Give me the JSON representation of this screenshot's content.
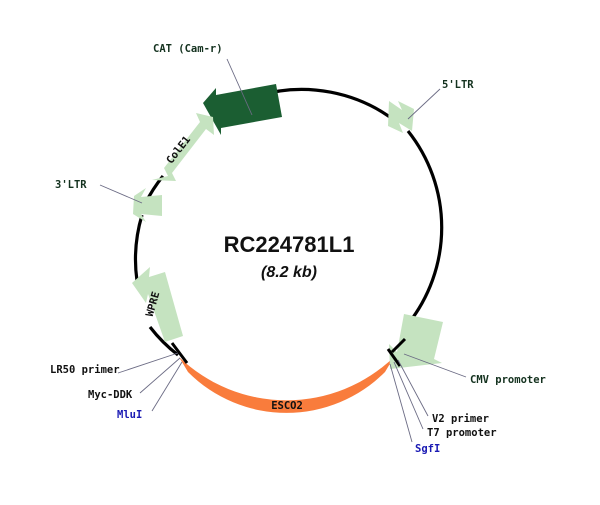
{
  "plasmid": {
    "name": "RC224781L1",
    "size": "(8.2 kb)",
    "colors": {
      "backbone": "#000000",
      "gene_orange": "#F97C3C",
      "feature_dark_green": "#1B5E32",
      "feature_light_green": "#C5E3C0",
      "restriction_site_text": "#1A1AB4",
      "label_text": "#14321F",
      "leader_line": "#6B6B84"
    }
  },
  "features": [
    {
      "id": "cat-cam-r",
      "label": "CAT (Cam-r)",
      "color": "#1B5E32",
      "kind": "gene"
    },
    {
      "id": "colE1",
      "label": "ColE1",
      "color": "#C5E3C0",
      "kind": "origin"
    },
    {
      "id": "five-prime-ltr",
      "label": "5'LTR",
      "color": "#C5E3C0",
      "kind": "ltr"
    },
    {
      "id": "three-prime-ltr",
      "label": "3'LTR",
      "color": "#C5E3C0",
      "kind": "ltr"
    },
    {
      "id": "wpre",
      "label": "WPRE",
      "color": "#C5E3C0",
      "kind": "element"
    },
    {
      "id": "cmv-promoter",
      "label": "CMV promoter",
      "color": "#C5E3C0",
      "kind": "promoter"
    },
    {
      "id": "esco2",
      "label": "ESCO2",
      "color": "#F97C3C",
      "kind": "gene"
    }
  ],
  "annotations": [
    {
      "id": "lr50-primer",
      "label": "LR50 primer",
      "style": "black"
    },
    {
      "id": "myc-ddk",
      "label": "Myc-DDK",
      "style": "black"
    },
    {
      "id": "mlui",
      "label": "MluI",
      "style": "blue"
    },
    {
      "id": "v2-primer",
      "label": "V2 primer",
      "style": "black"
    },
    {
      "id": "t7-promoter",
      "label": "T7 promoter",
      "style": "black"
    },
    {
      "id": "sgfi",
      "label": "SgfI",
      "style": "blue"
    }
  ]
}
